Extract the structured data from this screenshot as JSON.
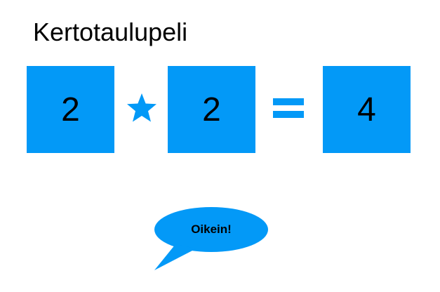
{
  "title": "Kertotaulupeli",
  "colors": {
    "accent": "#0399F7",
    "text": "#000000",
    "background": "#FFFFFF"
  },
  "equation": {
    "left_operand": "2",
    "operator_icon": "star-icon",
    "right_operand": "2",
    "equals_icon": "equals-icon",
    "answer": "4"
  },
  "feedback": {
    "message": "Oikein!",
    "icon": "speech-bubble-icon"
  }
}
